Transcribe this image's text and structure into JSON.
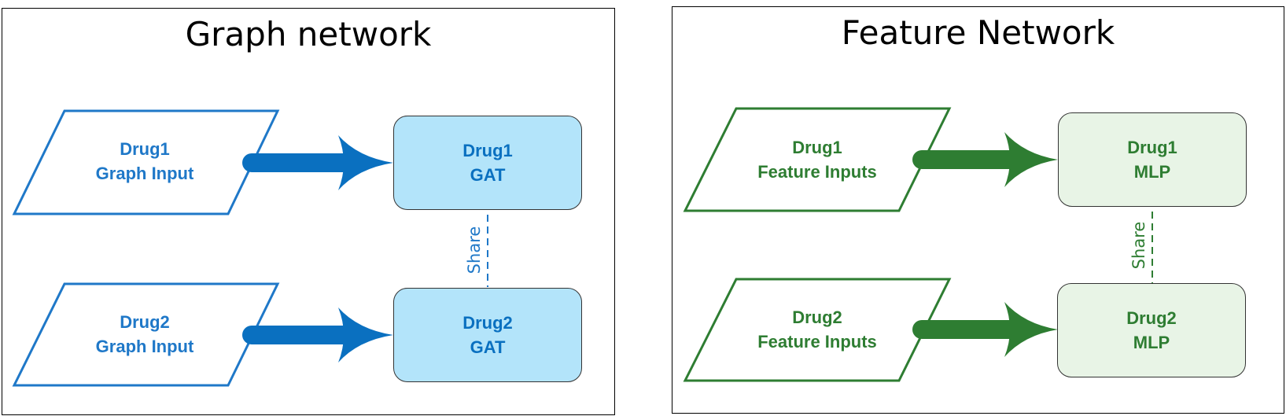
{
  "graph_network": {
    "title": "Graph network",
    "input1": {
      "line1": "Drug1",
      "line2": "Graph Input"
    },
    "input2": {
      "line1": "Drug2",
      "line2": "Graph Input"
    },
    "model1": {
      "line1": "Drug1",
      "line2": "GAT"
    },
    "model2": {
      "line1": "Drug2",
      "line2": "GAT"
    },
    "share_label": "Share"
  },
  "feature_network": {
    "title": "Feature Network",
    "input1": {
      "line1": "Drug1",
      "line2": "Feature Inputs"
    },
    "input2": {
      "line1": "Drug2",
      "line2": "Feature Inputs"
    },
    "model1": {
      "line1": "Drug1",
      "line2": "MLP"
    },
    "model2": {
      "line1": "Drug2",
      "line2": "MLP"
    },
    "share_label": "Share"
  },
  "colors": {
    "graph_accent": "#0a70c0",
    "graph_fill": "#b3e4fa",
    "feature_accent": "#2e7d32",
    "feature_fill": "#e8f4e6"
  }
}
